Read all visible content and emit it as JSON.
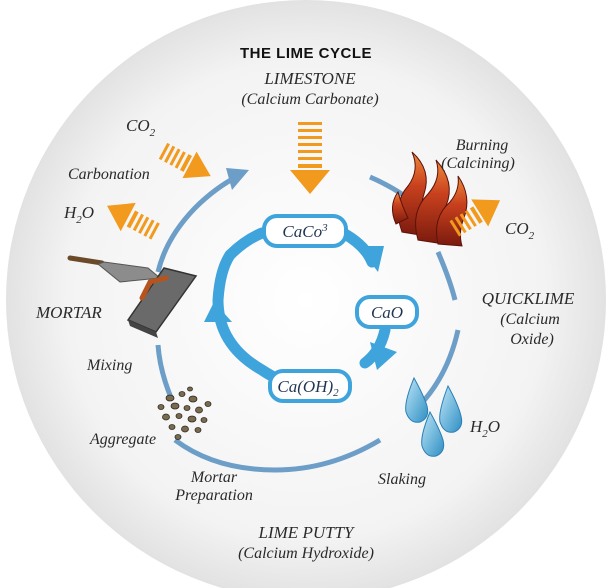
{
  "title": "THE LIME CYCLE",
  "limestone": {
    "name": "LIMESTONE",
    "detail": "(Calcium Carbonate)"
  },
  "burning": {
    "line1": "Burning",
    "line2": "(Calcining)"
  },
  "quicklime": {
    "line1": "QUICKLIME",
    "line2": "(Calcium",
    "line3": "Oxide)"
  },
  "slaking": "Slaking",
  "lime_putty": {
    "name": "LIME PUTTY",
    "detail": "(Calcium Hydroxide)"
  },
  "mortar_preparation": {
    "line1": "Mortar",
    "line2": "Preparation"
  },
  "aggregate": "Aggregate",
  "mixing": "Mixing",
  "mortar": "MORTAR",
  "carbonation": "Carbonation",
  "gases": {
    "co2_in": {
      "base": "CO",
      "sub": "2"
    },
    "co2_out": {
      "base": "CO",
      "sub": "2"
    },
    "h2o_out": {
      "base": "H",
      "sub": "2",
      "tail": "O"
    },
    "h2o_in": {
      "base": "H",
      "sub": "2",
      "tail": "O"
    }
  },
  "compounds": {
    "caco3": {
      "base": "CaCo",
      "sup": "3"
    },
    "cao": "CaO",
    "caoh2": {
      "base": "Ca(OH)",
      "sub": "2"
    }
  },
  "colors": {
    "cycle_blue": "#3fa4dc",
    "outer_ring": "#6c9ec8",
    "arrow_orange": "#f29a1d",
    "flame": "#b8361b",
    "water": "#4aa9d8"
  }
}
